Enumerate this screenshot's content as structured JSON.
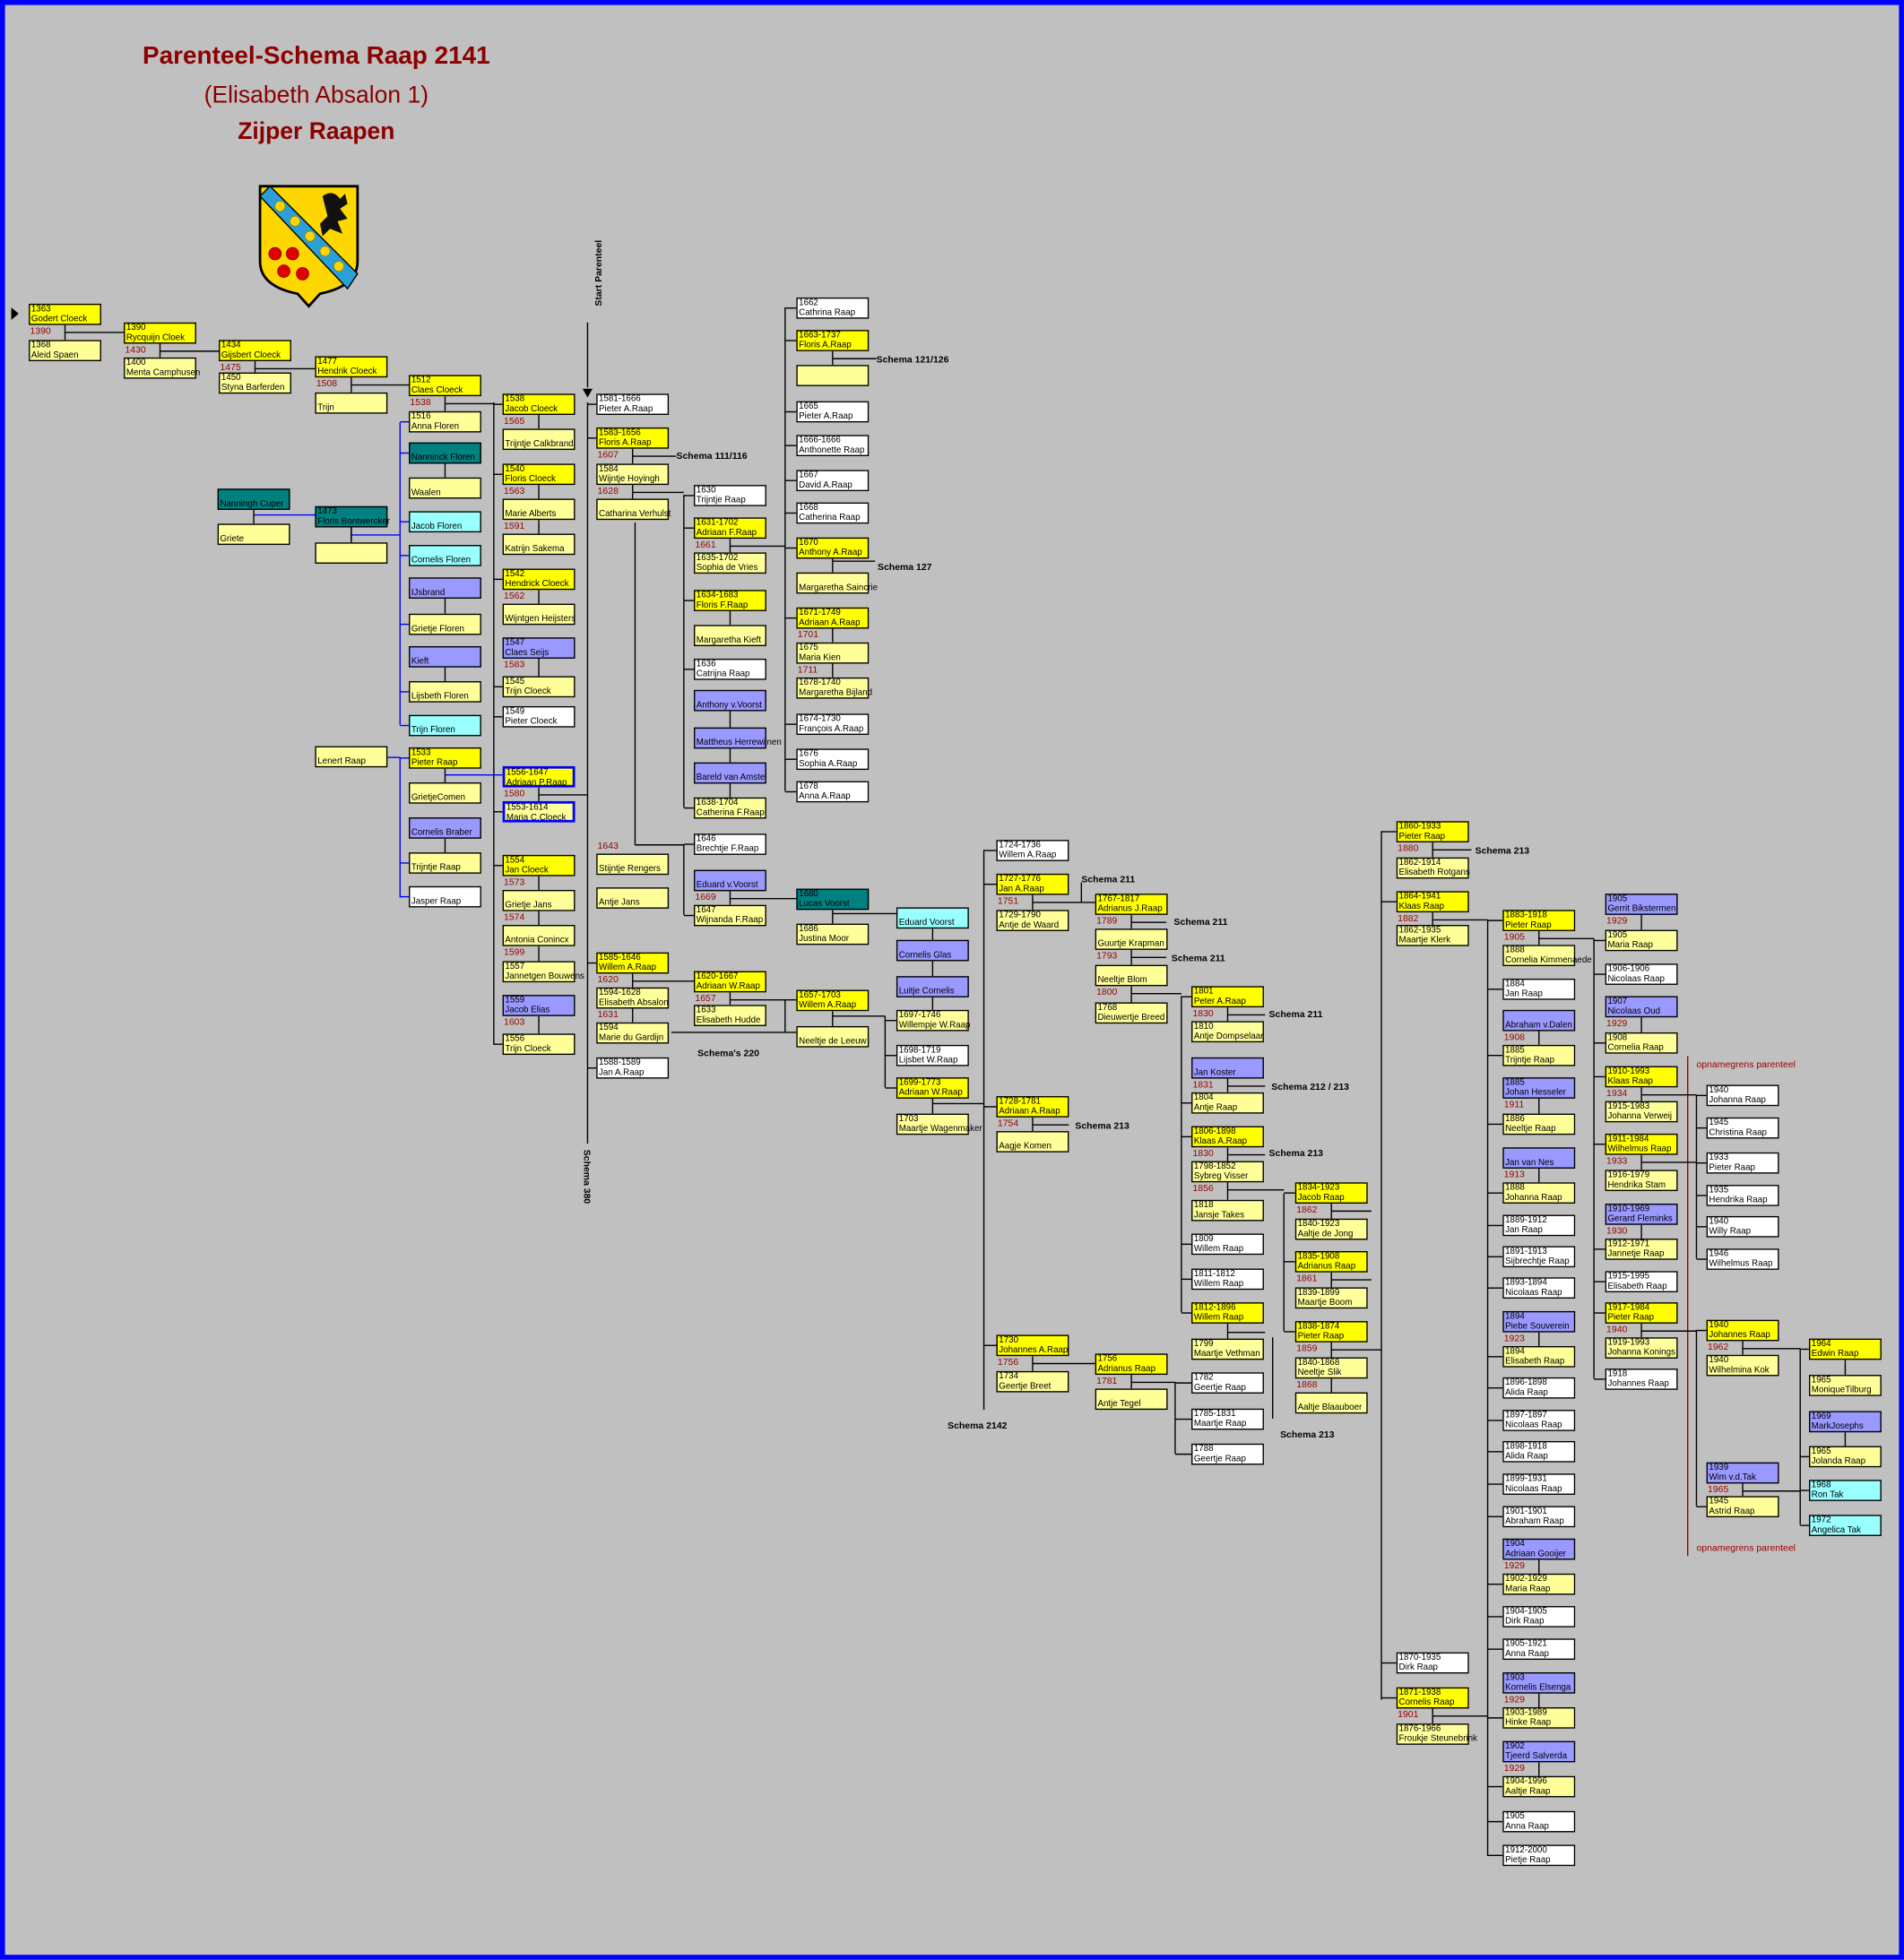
{
  "title": {
    "line1": "Parenteel-Schema Raap 2141",
    "line2": "(Elisabeth Absalon 1)",
    "line3": "Zijper Raapen"
  },
  "vertical_labels": {
    "start": "Start Parenteel",
    "end": "Schema 380"
  },
  "colors": {
    "Y": "#ffff00",
    "L": "#ffff99",
    "W": "#ffffff",
    "B": "#9999ff",
    "T": "#008080",
    "C": "#99ffff",
    "line_blue": "#0000ff",
    "limit_red": "#a00000",
    "frame": "#0000ff",
    "background": "#c0c0c0"
  },
  "boxes": [
    {
      "d": "1363",
      "n": "Godert Cloeck",
      "m": "1390",
      "c": "Y"
    },
    {
      "d": "1368",
      "n": "Aleid Spaen",
      "c": "L"
    },
    {
      "d": "1390",
      "n": "Rycquijn Cloek",
      "m": "1430",
      "c": "Y"
    },
    {
      "d": "1400",
      "n": "Menta Camphusen",
      "c": "L"
    },
    {
      "d": "1434",
      "n": "Gijsbert Cloeck",
      "m": "1475",
      "c": "Y"
    },
    {
      "d": "1450",
      "n": "Styna Barferden",
      "c": "L"
    },
    {
      "d": "1477",
      "n": "Hendrik Cloeck",
      "m": "1508",
      "c": "Y"
    },
    {
      "d": "",
      "n": "Trijn",
      "c": "L"
    },
    {
      "d": "",
      "n": "Nanningh Cuper",
      "c": "T"
    },
    {
      "d": "",
      "n": "Griete",
      "c": "L"
    },
    {
      "d": "1473",
      "n": "Floris Bontwercker",
      "c": "T"
    },
    {
      "d": "",
      "n": "",
      "c": "L"
    },
    {
      "d": "1512",
      "n": "Claes Cloeck",
      "m": "1538",
      "c": "Y"
    },
    {
      "d": "1516",
      "n": "Anna Floren",
      "c": "L"
    },
    {
      "d": "",
      "n": "Nanninck Floren",
      "c": "T"
    },
    {
      "d": "",
      "n": "Waalen",
      "c": "L"
    },
    {
      "d": "",
      "n": "Jacob Floren",
      "c": "C"
    },
    {
      "d": "",
      "n": "Cornelis Floren",
      "c": "C"
    },
    {
      "d": "",
      "n": "IJsbrand",
      "c": "B"
    },
    {
      "d": "",
      "n": "Grietje Floren",
      "c": "L"
    },
    {
      "d": "",
      "n": "Kieft",
      "c": "B"
    },
    {
      "d": "",
      "n": "Lijsbeth Floren",
      "c": "L"
    },
    {
      "d": "",
      "n": "Trijn Floren",
      "c": "C"
    },
    {
      "d": "",
      "n": "Lenert Raap",
      "c": "L"
    },
    {
      "d": "1533",
      "n": "Pieter Raap",
      "c": "Y"
    },
    {
      "d": "",
      "n": "GrietjeComen",
      "c": "L"
    },
    {
      "d": "",
      "n": "Cornelis Braber",
      "c": "B"
    },
    {
      "d": "",
      "n": "Trijntje Raap",
      "c": "L"
    },
    {
      "d": "",
      "n": "Jasper Raap",
      "c": "W"
    },
    {
      "d": "1538",
      "n": "Jacob Cloeck",
      "m": "1565",
      "c": "Y"
    },
    {
      "d": "",
      "n": "Trijntje Calkbrand",
      "c": "L"
    },
    {
      "d": "1540",
      "n": "Floris Cloeck",
      "m": "1563",
      "c": "Y"
    },
    {
      "d": "",
      "n": "Marie Alberts",
      "m": "1591",
      "c": "L"
    },
    {
      "d": "",
      "n": "Katrijn Sakema",
      "c": "L"
    },
    {
      "d": "1542",
      "n": "Hendrick Cloeck",
      "m": "1562",
      "c": "Y"
    },
    {
      "d": "",
      "n": "Wijntgen Heijsters",
      "c": "L"
    },
    {
      "d": "1547",
      "n": "Claes Seijs",
      "m": "1583",
      "c": "B"
    },
    {
      "d": "1545",
      "n": "Trijn Cloeck",
      "c": "L"
    },
    {
      "d": "1549",
      "n": "Pieter Cloeck",
      "c": "W"
    },
    {
      "d": "1556-1647",
      "n": "Adriaan P.Raap",
      "m": "1580",
      "c": "Y",
      "hl": true
    },
    {
      "d": "1553-1614",
      "n": "Maria C.Cloeck",
      "c": "L",
      "hl": true
    },
    {
      "d": "1554",
      "n": "Jan Cloeck",
      "m": "1573",
      "c": "Y"
    },
    {
      "d": "",
      "n": "Grietje Jans",
      "m": "1574",
      "c": "L"
    },
    {
      "d": "",
      "n": "Antonia Conincx",
      "m": "1599",
      "c": "L"
    },
    {
      "d": "1557",
      "n": "Jannetgen Bouwens",
      "c": "L"
    },
    {
      "d": "1559",
      "n": "Jacob Elias",
      "m": "1603",
      "c": "B"
    },
    {
      "d": "1556",
      "n": "Trijn Cloeck",
      "c": "L"
    },
    {
      "d": "1581-1666",
      "n": "Pieter A.Raap",
      "c": "W"
    },
    {
      "d": "1583-1656",
      "n": "Floris A.Raap",
      "m": "1607",
      "c": "Y"
    },
    {
      "d": "1584",
      "n": "Wijntje Hoyingh",
      "m": "1628",
      "c": "L"
    },
    {
      "d": "",
      "n": "Catharina Verhulst",
      "c": "L"
    },
    {
      "d": "",
      "n": "Stijntje Rengers",
      "ma": "1643",
      "c": "L"
    },
    {
      "d": "",
      "n": "Antje Jans",
      "c": "L"
    },
    {
      "d": "1585-1646",
      "n": "Willem A.Raap",
      "m": "1620",
      "c": "Y"
    },
    {
      "d": "1594-1628",
      "n": "Elisabeth Absalon",
      "m": "1631",
      "c": "L"
    },
    {
      "d": "1594",
      "n": "Marie du Gardijn",
      "c": "L"
    },
    {
      "d": "1588-1589",
      "n": "Jan A.Raap",
      "c": "W"
    },
    {
      "d": "1630",
      "n": "Trijntje Raap",
      "c": "W"
    },
    {
      "d": "1631-1702",
      "n": "Adriaan F.Raap",
      "m": "1661",
      "c": "Y"
    },
    {
      "d": "1635-1702",
      "n": "Sophia de Vries",
      "c": "L"
    },
    {
      "d": "1634-1683",
      "n": "Floris F.Raap",
      "c": "Y"
    },
    {
      "d": "",
      "n": "Margaretha Kieft",
      "c": "L"
    },
    {
      "d": "1636",
      "n": "Catrijna Raap",
      "c": "W"
    },
    {
      "d": "",
      "n": "Anthony v.Voorst",
      "c": "B"
    },
    {
      "d": "",
      "n": "Mattheus Herrewijnen",
      "c": "B"
    },
    {
      "d": "",
      "n": "Bareld van Amstel",
      "c": "B"
    },
    {
      "d": "1638-1704",
      "n": "Catherina F.Raap",
      "c": "L"
    },
    {
      "d": "1646",
      "n": "Brechtje F.Raap",
      "c": "W"
    },
    {
      "d": "",
      "n": "Eduard v.Voorst",
      "m": "1669",
      "c": "B"
    },
    {
      "d": "1647",
      "n": "Wijnanda F.Raap",
      "c": "L"
    },
    {
      "d": "1620-1667",
      "n": "Adriaan W.Raap",
      "m": "1657",
      "c": "Y"
    },
    {
      "d": "1633",
      "n": "Elisabeth Hudde",
      "c": "L"
    },
    {
      "d": "1662",
      "n": "Cathrina Raap",
      "c": "W"
    },
    {
      "d": "1663-1737",
      "n": "Floris A.Raap",
      "c": "Y"
    },
    {
      "d": "",
      "n": "",
      "c": "L"
    },
    {
      "d": "1665",
      "n": "Pieter A.Raap",
      "c": "W"
    },
    {
      "d": "1666-1666",
      "n": "Anthonette Raap",
      "c": "W"
    },
    {
      "d": "1667",
      "n": "David A.Raap",
      "c": "W"
    },
    {
      "d": "1668",
      "n": "Catherina Raap",
      "c": "W"
    },
    {
      "d": "1670",
      "n": "Anthony A.Raap",
      "c": "Y"
    },
    {
      "d": "",
      "n": "Margaretha Saincrie",
      "c": "L"
    },
    {
      "d": "1671-1749",
      "n": "Adriaan A.Raap",
      "m": "1701",
      "c": "Y"
    },
    {
      "d": "1675",
      "n": "Maria Kien",
      "m": "1711",
      "c": "L"
    },
    {
      "d": "1678-1740",
      "n": "Margaretha Bijland",
      "c": "L"
    },
    {
      "d": "1674-1730",
      "n": "François A.Raap",
      "c": "W"
    },
    {
      "d": "1676",
      "n": "Sophia A.Raap",
      "c": "W"
    },
    {
      "d": "1678",
      "n": "Anna A.Raap",
      "c": "W"
    },
    {
      "d": "1680",
      "n": "Lucas Voorst",
      "c": "T"
    },
    {
      "d": "1686",
      "n": "Justina Moor",
      "c": "L"
    },
    {
      "d": "1657-1703",
      "n": "Willem A.Raap",
      "c": "Y"
    },
    {
      "d": "",
      "n": "Neeltje de Leeuw",
      "c": "L"
    },
    {
      "d": "",
      "n": "Eduard Voorst",
      "c": "C"
    },
    {
      "d": "",
      "n": "Cornelis Glas",
      "c": "B"
    },
    {
      "d": "",
      "n": "Luitje Cornelis",
      "c": "B"
    },
    {
      "d": "1697-1746",
      "n": "Willempje W.Raap",
      "c": "L"
    },
    {
      "d": "1698-1719",
      "n": "Lijsbet W.Raap",
      "c": "W"
    },
    {
      "d": "1699-1773",
      "n": "Adriaan W.Raap",
      "c": "Y"
    },
    {
      "d": "1703",
      "n": "Maartje Wagenmaker",
      "c": "L"
    },
    {
      "d": "1724-1736",
      "n": "Willem A.Raap",
      "c": "W"
    },
    {
      "d": "1727-1776",
      "n": "Jan A.Raap",
      "m": "1751",
      "c": "Y"
    },
    {
      "d": "1729-1790",
      "n": "Antje de Waard",
      "c": "L"
    },
    {
      "d": "1728-1781",
      "n": "Adriaan A.Raap",
      "m": "1754",
      "c": "Y"
    },
    {
      "d": "",
      "n": "Aagje Komen",
      "c": "L"
    },
    {
      "d": "1730",
      "n": "Johannes A.Raap",
      "m": "1756",
      "c": "Y"
    },
    {
      "d": "1734",
      "n": "Geertje Breet",
      "c": "L"
    },
    {
      "d": "1767-1817",
      "n": "Adrianus J.Raap",
      "m": "1789",
      "c": "Y"
    },
    {
      "d": "",
      "n": "Guurtje Krapman",
      "m": "1793",
      "c": "L"
    },
    {
      "d": "",
      "n": "Neeltje Blom",
      "m": "1800",
      "c": "L"
    },
    {
      "d": "1768",
      "n": "Dieuwertje Breed",
      "c": "L"
    },
    {
      "d": "1756",
      "n": "Adrianus Raap",
      "m": "1781",
      "c": "Y"
    },
    {
      "d": "",
      "n": "Antje Tegel",
      "c": "L"
    },
    {
      "d": "1801",
      "n": "Peter A.Raap",
      "m": "1830",
      "c": "Y"
    },
    {
      "d": "1810",
      "n": "Antje Dompselaar",
      "c": "L"
    },
    {
      "d": "",
      "n": "Jan Koster",
      "m": "1831",
      "c": "B"
    },
    {
      "d": "1804",
      "n": "Antje Raap",
      "c": "L"
    },
    {
      "d": "1806-1898",
      "n": "Klaas A.Raap",
      "m": "1830",
      "c": "Y"
    },
    {
      "d": "1798-1852",
      "n": "Sybreg Visser",
      "m": "1856",
      "c": "L"
    },
    {
      "d": "1818",
      "n": "Jansje Takes",
      "c": "L"
    },
    {
      "d": "1809",
      "n": "Willem Raap",
      "c": "W"
    },
    {
      "d": "1811-1812",
      "n": "Willem Raap",
      "c": "W"
    },
    {
      "d": "1812-1896",
      "n": "Willem Raap",
      "c": "Y"
    },
    {
      "d": "1799",
      "n": "Maartje Vethman",
      "c": "L"
    },
    {
      "d": "1782",
      "n": "Geertje Raap",
      "c": "W"
    },
    {
      "d": "1785-1831",
      "n": "Maartje Raap",
      "c": "W"
    },
    {
      "d": "1788",
      "n": "Geertje Raap",
      "c": "W"
    },
    {
      "d": "1834-1923",
      "n": "Jacob Raap",
      "m": "1862",
      "c": "Y"
    },
    {
      "d": "1840-1923",
      "n": "Aaltje de Jong",
      "c": "L"
    },
    {
      "d": "1835-1908",
      "n": "Adrianus Raap",
      "m": "1861",
      "c": "Y"
    },
    {
      "d": "1839-1899",
      "n": "Maartje Boom",
      "c": "L"
    },
    {
      "d": "1838-1874",
      "n": "Pieter Raap",
      "m": "1859",
      "c": "Y"
    },
    {
      "d": "1840-1868",
      "n": "Neeltje Slik",
      "m": "1868",
      "c": "L"
    },
    {
      "d": "",
      "n": "Aaltje Blaauboer",
      "c": "L"
    },
    {
      "d": "1860-1933",
      "n": "Pieter Raap",
      "m": "1880",
      "c": "Y"
    },
    {
      "d": "1862-1914",
      "n": "Elisabeth Rotgans",
      "c": "L"
    },
    {
      "d": "1864-1941",
      "n": "Klaas Raap",
      "m": "1882",
      "c": "Y"
    },
    {
      "d": "1862-1935",
      "n": "Maartje Klerk",
      "c": "L"
    },
    {
      "d": "1870-1935",
      "n": "Dirk Raap",
      "c": "W"
    },
    {
      "d": "1871-1938",
      "n": "Cornelis Raap",
      "m": "1901",
      "c": "Y"
    },
    {
      "d": "1876-1966",
      "n": "Froukje Steunebrink",
      "c": "L"
    },
    {
      "d": "1883-1918",
      "n": "Pieter Raap",
      "m": "1905",
      "c": "Y"
    },
    {
      "d": "1888",
      "n": "Cornelia Kimmenaede",
      "c": "L"
    },
    {
      "d": "1884",
      "n": "Jan Raap",
      "c": "W"
    },
    {
      "d": "",
      "n": "Abraham v.Dalen",
      "m": "1908",
      "c": "B"
    },
    {
      "d": "1885",
      "n": "Trijntje Raap",
      "c": "L"
    },
    {
      "d": "1885",
      "n": "Johan Hesseler",
      "m": "1911",
      "c": "B"
    },
    {
      "d": "1886",
      "n": "Neeltje Raap",
      "c": "L"
    },
    {
      "d": "",
      "n": "Jan van Nes",
      "m": "1913",
      "c": "B"
    },
    {
      "d": "1888",
      "n": "Johanna Raap",
      "c": "L"
    },
    {
      "d": "1889-1912",
      "n": "Jan Raap",
      "c": "W"
    },
    {
      "d": "1891-1913",
      "n": "Sijbrechtje Raap",
      "c": "W"
    },
    {
      "d": "1893-1894",
      "n": "Nicolaas Raap",
      "c": "W"
    },
    {
      "d": "1894",
      "n": "Piebe Souverein",
      "m": "1923",
      "c": "B"
    },
    {
      "d": "1894",
      "n": "Elisabeth Raap",
      "c": "L"
    },
    {
      "d": "1896-1898",
      "n": "Alida Raap",
      "c": "W"
    },
    {
      "d": "1897-1897",
      "n": "Nicolaas Raap",
      "c": "W"
    },
    {
      "d": "1898-1918",
      "n": "Alida Raap",
      "c": "W"
    },
    {
      "d": "1899-1931",
      "n": "Nicolaas Raap",
      "c": "W"
    },
    {
      "d": "1901-1901",
      "n": "Abraham Raap",
      "c": "W"
    },
    {
      "d": "1904",
      "n": "Adriaan Gooijer",
      "m": "1929",
      "c": "B"
    },
    {
      "d": "1902-1929",
      "n": "Maria Raap",
      "c": "L"
    },
    {
      "d": "1904-1905",
      "n": "Dirk Raap",
      "c": "W"
    },
    {
      "d": "1905-1921",
      "n": "Anna Raap",
      "c": "W"
    },
    {
      "d": "1903",
      "n": "Kornelis Elsenga",
      "m": "1929",
      "c": "B"
    },
    {
      "d": "1903-1989",
      "n": "Hinke Raap",
      "c": "L"
    },
    {
      "d": "1902",
      "n": "Tjeerd Salverda",
      "m": "1929",
      "c": "B"
    },
    {
      "d": "1904-1996",
      "n": "Aaltje Raap",
      "c": "L"
    },
    {
      "d": "1905",
      "n": "Anna Raap",
      "c": "W"
    },
    {
      "d": "1912-2000",
      "n": "Pietje Raap",
      "c": "W"
    },
    {
      "d": "1905",
      "n": "Gerrit Bikstermen",
      "m": "1929",
      "c": "B"
    },
    {
      "d": "1905",
      "n": "Maria Raap",
      "c": "L"
    },
    {
      "d": "1906-1906",
      "n": "Nicolaas Raap",
      "c": "W"
    },
    {
      "d": "1907",
      "n": "Nicolaas Oud",
      "m": "1929",
      "c": "B"
    },
    {
      "d": "1908",
      "n": "Cornelia Raap",
      "c": "L"
    },
    {
      "d": "1910-1993",
      "n": "Klaas Raap",
      "m": "1934",
      "c": "Y"
    },
    {
      "d": "1915-1983",
      "n": "Johanna Verweij",
      "c": "L"
    },
    {
      "d": "1911-1984",
      "n": "Wilhelmus Raap",
      "m": "1933",
      "c": "Y"
    },
    {
      "d": "1916-1979",
      "n": "Hendrika Stam",
      "c": "L"
    },
    {
      "d": "1910-1969",
      "n": "Gerard Fleminks",
      "m": "1930",
      "c": "B"
    },
    {
      "d": "1912-1971",
      "n": "Jannetje Raap",
      "c": "L"
    },
    {
      "d": "1915-1995",
      "n": "Elisabeth Raap",
      "c": "W"
    },
    {
      "d": "1917-1984",
      "n": "Pieter Raap",
      "m": "1940",
      "c": "Y"
    },
    {
      "d": "1919-1993",
      "n": "Johanna Konings",
      "c": "L"
    },
    {
      "d": "1918",
      "n": "Johannes Raap",
      "c": "W"
    },
    {
      "d": "1940",
      "n": "Johanna Raap",
      "c": "W"
    },
    {
      "d": "1945",
      "n": "Christina Raap",
      "c": "W"
    },
    {
      "d": "1933",
      "n": "Pieter Raap",
      "c": "W"
    },
    {
      "d": "1935",
      "n": "Hendrika Raap",
      "c": "W"
    },
    {
      "d": "1940",
      "n": "Willy Raap",
      "c": "W"
    },
    {
      "d": "1946",
      "n": "Wilhelmus Raap",
      "c": "W"
    },
    {
      "d": "1940",
      "n": "Johannes Raap",
      "m": "1962",
      "c": "Y"
    },
    {
      "d": "1940",
      "n": "Wilhelmina Kok",
      "c": "L"
    },
    {
      "d": "1939",
      "n": "Wim v.d.Tak",
      "m": "1965",
      "c": "B"
    },
    {
      "d": "1945",
      "n": "Astrid Raap",
      "c": "L"
    },
    {
      "d": "1964",
      "n": "Edwin Raap",
      "c": "Y"
    },
    {
      "d": "1965",
      "n": "MoniqueTilburg",
      "c": "L"
    },
    {
      "d": "1969",
      "n": "MarkJosephs",
      "c": "B"
    },
    {
      "d": "1965",
      "n": "Jolanda Raap",
      "c": "L"
    },
    {
      "d": "1968",
      "n": "Ron Tak",
      "c": "C"
    },
    {
      "d": "1972",
      "n": "Angelica Tak",
      "c": "C"
    }
  ],
  "schema_labels": [
    "Schema 111/116",
    "Schema 121/126",
    "Schema 127",
    "Schema's 220",
    "Schema 211",
    "Schema 211",
    "Schema 211",
    "Schema 213",
    "Schema 2142",
    "Schema 211",
    "Schema 212 / 213",
    "Schema 213",
    "Schema 213",
    "Schema 213"
  ],
  "notes": [
    "opnamegrens parenteel",
    "opnamegrens parenteel"
  ]
}
